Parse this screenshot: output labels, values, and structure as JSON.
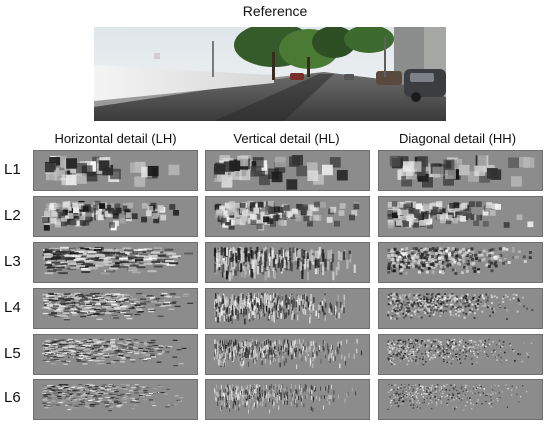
{
  "reference": {
    "title": "Reference"
  },
  "columns": [
    {
      "label": "Horizontal detail (LH)"
    },
    {
      "label": "Vertical detail (HL)"
    },
    {
      "label": "Diagonal detail (HH)"
    }
  ],
  "rows": [
    {
      "label": "L1"
    },
    {
      "label": "L2"
    },
    {
      "label": "L3"
    },
    {
      "label": "L4"
    },
    {
      "label": "L5"
    },
    {
      "label": "L6"
    }
  ]
}
